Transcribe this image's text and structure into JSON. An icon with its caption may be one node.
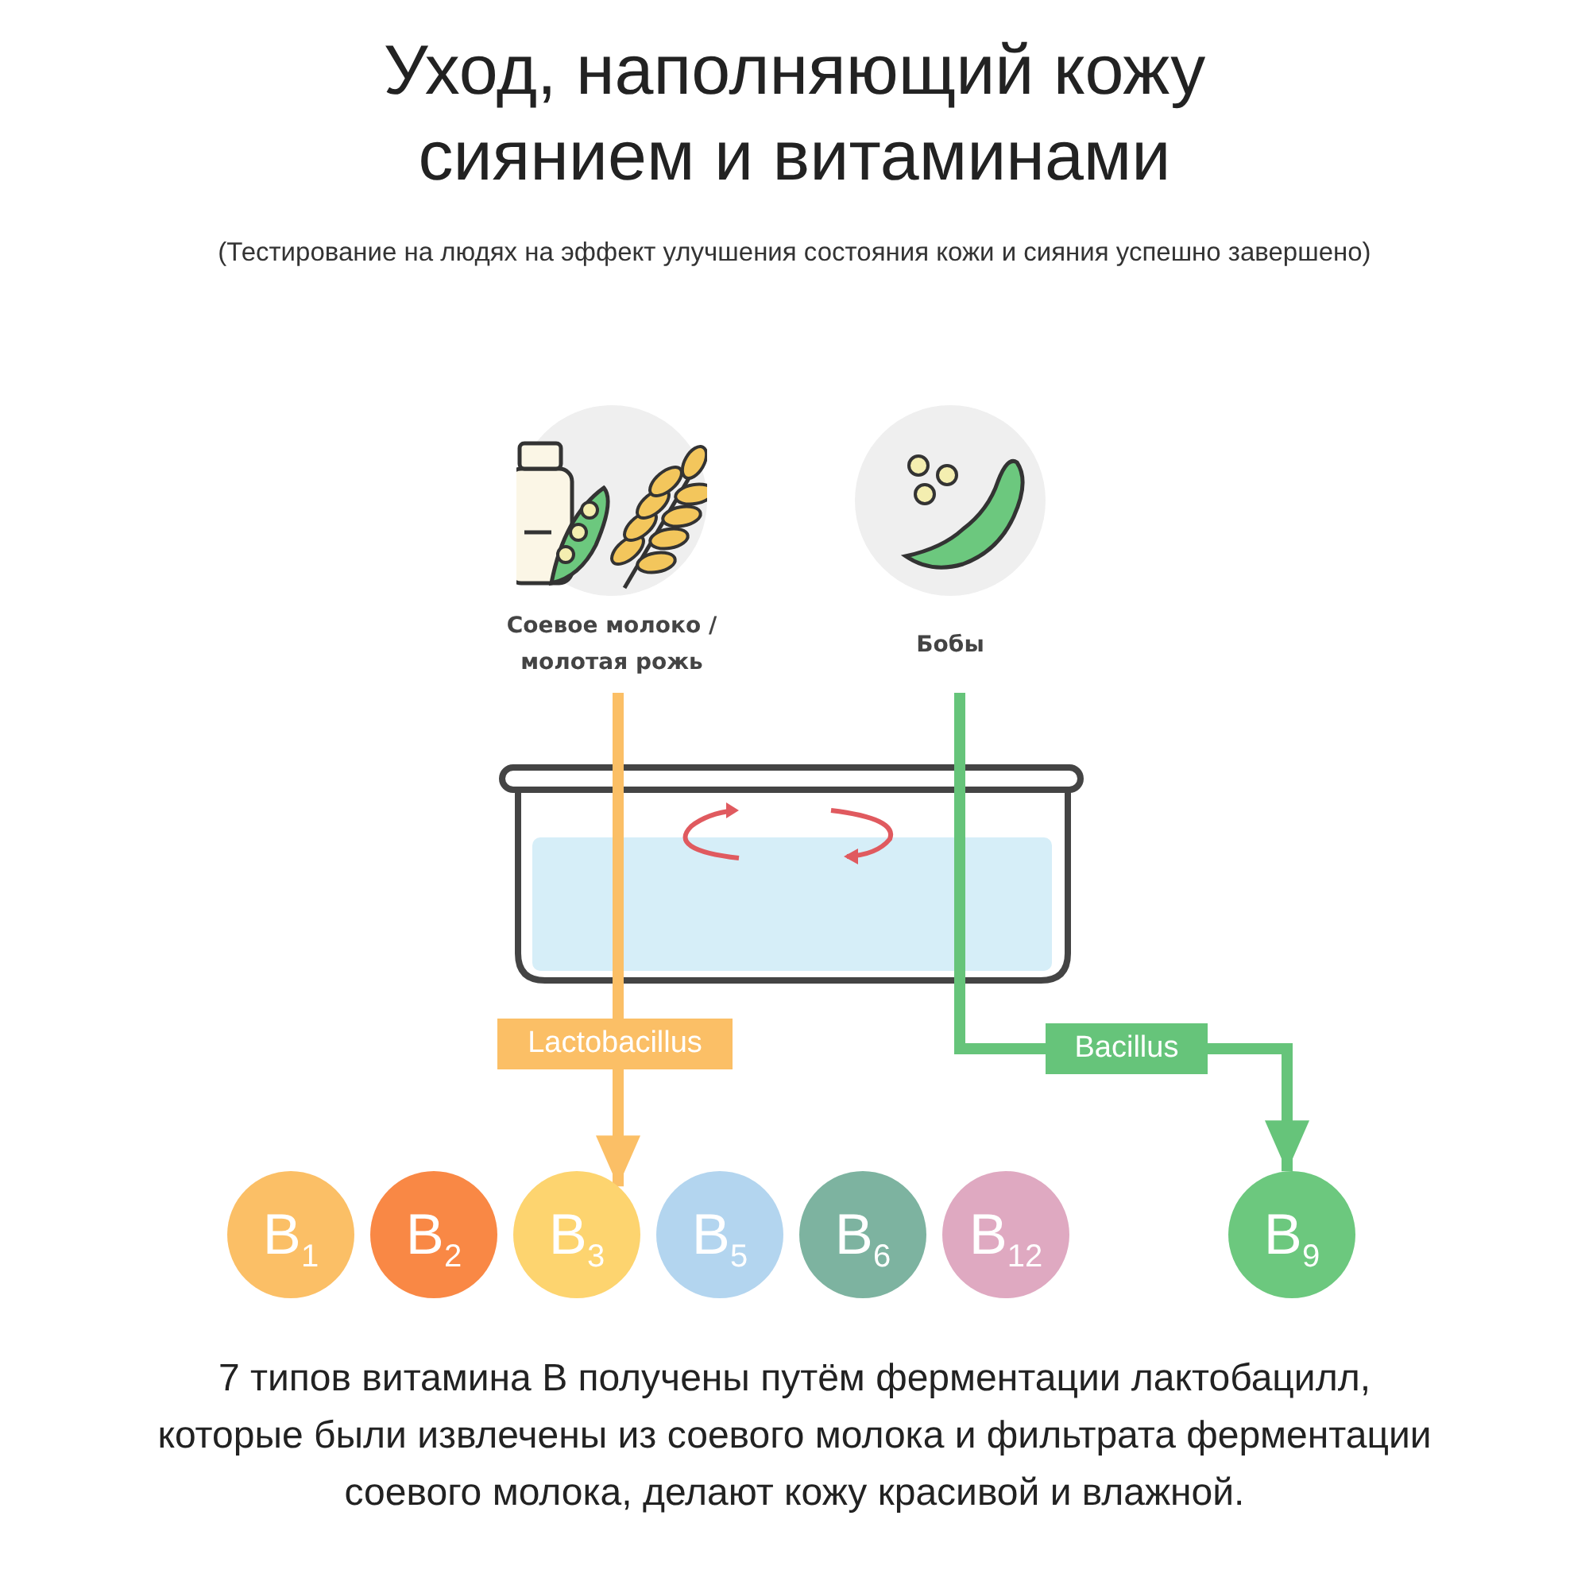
{
  "diagram": {
    "title": "Уход, наполняющий кожу сиянием и витаминами",
    "nodes": [
      {
        "text": [
          "Соевое молоко / молотая рожь"
        ]
      },
      {
        "text": [
          "Бобы"
        ]
      },
      {
        "text": [
          "B$_{1}$"
        ]
      },
      {
        "text": [
          "B$_{2}$"
        ]
      },
      {
        "text": [
          "B$_{3}$"
        ]
      },
      {
        "text": [
          "B$_{5}$"
        ]
      },
      {
        "text": [
          "B$_{6}$"
        ]
      },
      {
        "text": [
          "B$_{12}$"
        ]
      },
      {
        "text": [
          "B$_{9}$"
        ]
      }
    ],
    "edges": [
      {
        "from": 0,
        "to": 4,
        "arrow": "to",
        "label": "Lactobacillus",
        "color": "#fbbf66"
      },
      {
        "from": 1,
        "to": 8,
        "arrow": "to",
        "label": "Bacillus",
        "color": "#66c47a"
      }
    ],
    "labels": [
      "(Тестирование на людях на эффект улучшения состояния кожи и сияния успешно завершено)"
    ],
    "caption": "7 типов витамина В получены путём ферментации лактобацилл, которые были извлечены из соевого молока и фильтрата ферментации соевого молока, делают кожу красивой и влажной."
  }
}
